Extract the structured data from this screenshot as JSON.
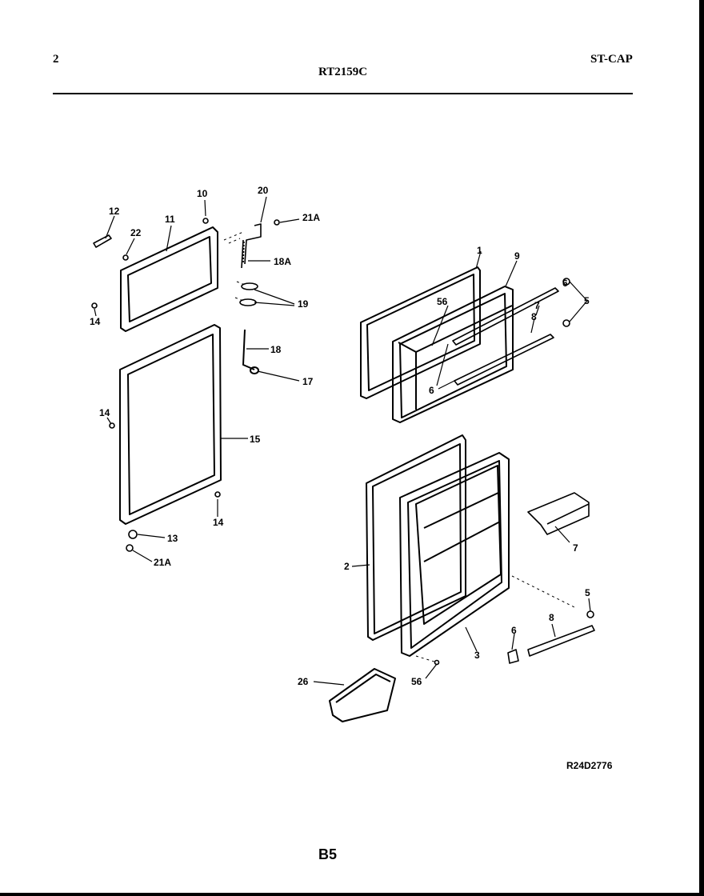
{
  "header": {
    "page_num": "2",
    "model": "RT2159C",
    "category": "ST-CAP"
  },
  "diagram": {
    "callouts": {
      "c1": "1",
      "c2": "2",
      "c3": "3",
      "c5a": "5",
      "c5b": "5",
      "c6a": "6",
      "c6b": "6",
      "c6c": "6",
      "c7a": "7",
      "c7b": "7",
      "c8a": "8",
      "c8b": "8",
      "c9": "9",
      "c10": "10",
      "c11": "11",
      "c12": "12",
      "c13": "13",
      "c14a": "14",
      "c14b": "14",
      "c14c": "14",
      "c15": "15",
      "c17": "17",
      "c18": "18",
      "c18a": "18A",
      "c19": "19",
      "c20": "20",
      "c21a1": "21A",
      "c21a2": "21A",
      "c22": "22",
      "c26": "26",
      "c56a": "56",
      "c56b": "56"
    }
  },
  "footer": {
    "drawing_code": "R24D2776",
    "page_code": "B5"
  }
}
